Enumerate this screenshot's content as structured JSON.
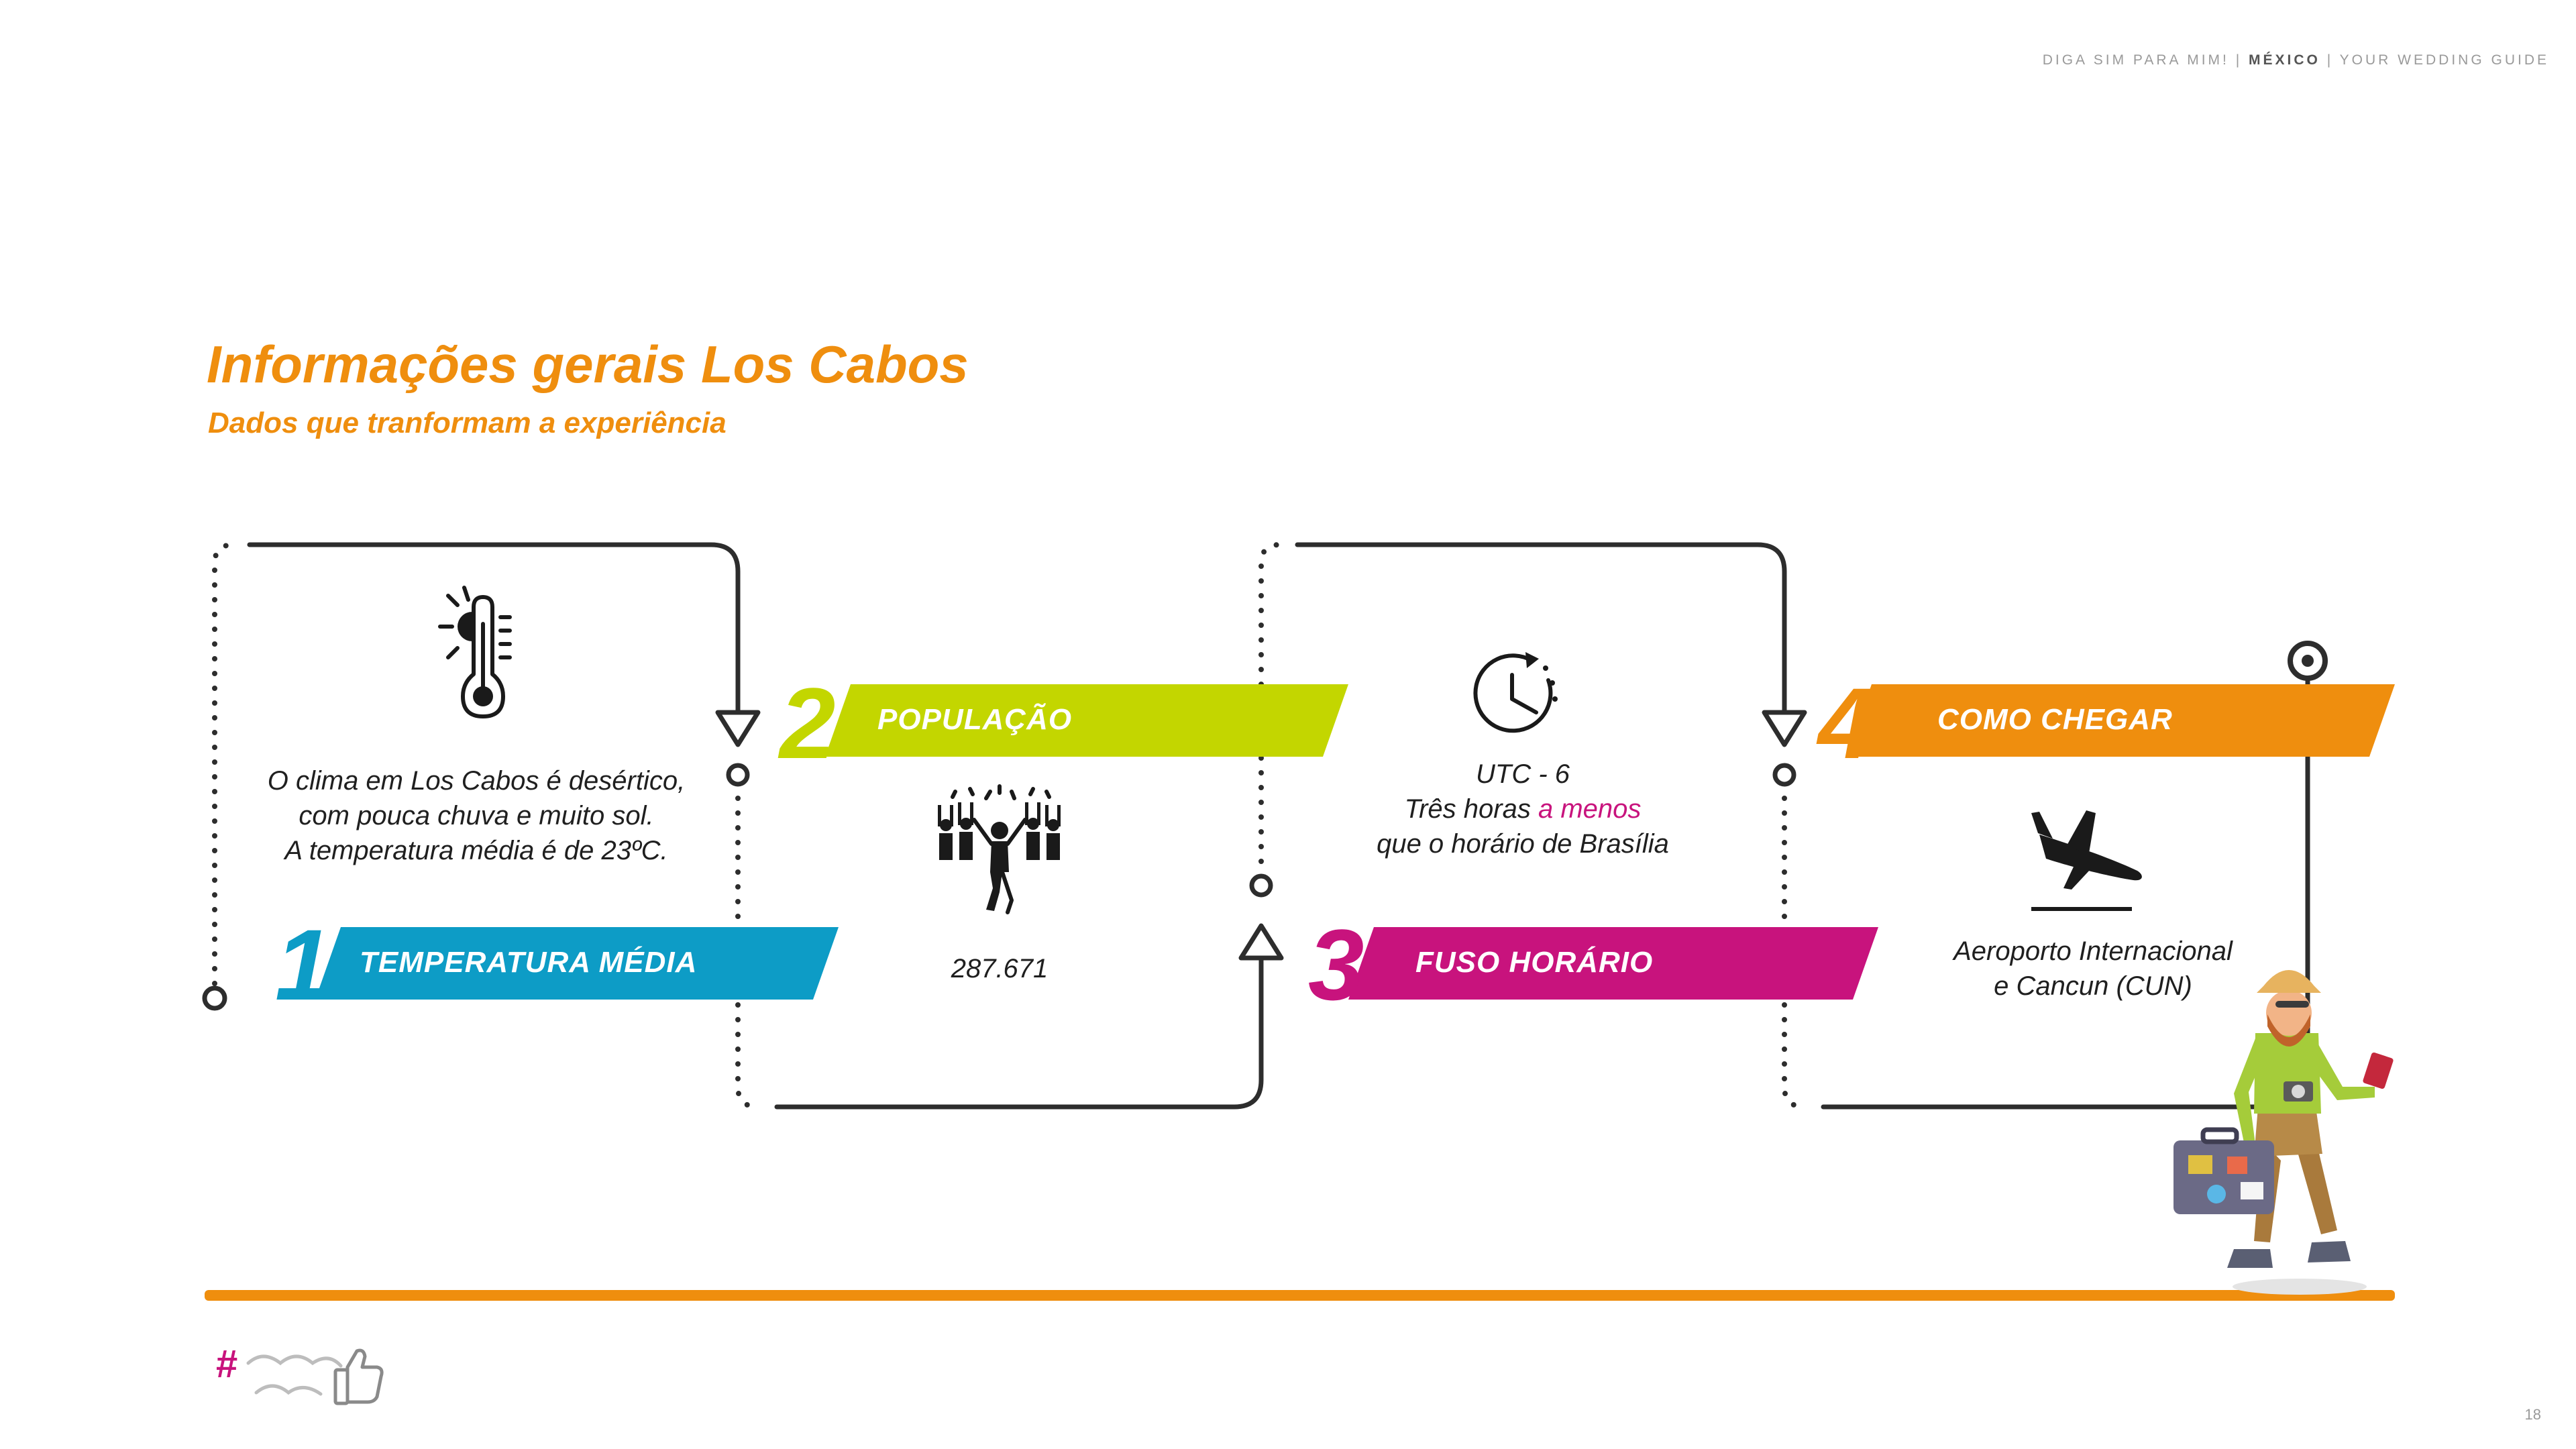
{
  "header": {
    "part1": "DIGA SIM PARA MIM!",
    "separator": "|",
    "part2": "MÉXICO",
    "part3": "YOUR WEDDING GUIDE"
  },
  "title": "Informações gerais Los Cabos",
  "subtitle": "Dados que tranformam a experiência",
  "steps": [
    {
      "number": "1",
      "label": "TEMPERATURA MÉDIA",
      "color": "#0d9cc6",
      "icon": "thermometer-icon",
      "text_lines": [
        "O clima em Los Cabos é desértico,",
        "com pouca chuva e muito sol.",
        "A temperatura média é de 23ºC."
      ]
    },
    {
      "number": "2",
      "label": "POPULAÇÃO",
      "color": "#c3d600",
      "icon": "crowd-icon",
      "value": "287.671"
    },
    {
      "number": "3",
      "label": "FUSO HORÁRIO",
      "color": "#c8137d",
      "icon": "clock-icon",
      "line1": "UTC - 6",
      "line2_before": "Três horas ",
      "line2_highlight": "a menos",
      "line3": "que o horário de Brasília"
    },
    {
      "number": "4",
      "label": "COMO CHEGAR",
      "color": "#ef8e0e",
      "icon": "airplane-landing-icon",
      "text_lines": [
        "Aeroporto Internacional",
        "e Cancun (CUN)"
      ]
    }
  ],
  "colors": {
    "accent": "#ef8e0e",
    "line": "#2d2d2d",
    "highlight": "#c8137d"
  },
  "logo": {
    "hash": "#",
    "icon": "thumbs-up-icon"
  },
  "page_number": "18"
}
